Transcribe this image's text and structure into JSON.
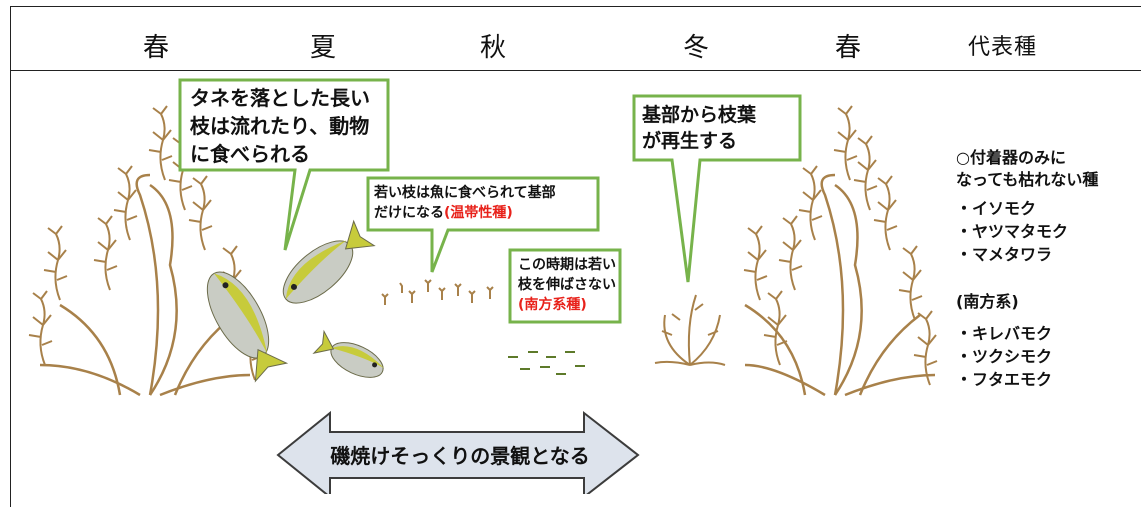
{
  "header": {
    "seasons": [
      "春",
      "夏",
      "秋",
      "冬",
      "春"
    ],
    "representative": "代表種"
  },
  "callouts": {
    "summer": "タネを落とした長い枝は流れたり、動物に食べられる",
    "summer_lines": [
      "タネを落とした長い",
      "枝は流れたり、動物",
      "に食べられる"
    ],
    "autumn_lines": [
      "若い枝は魚に食べられて基部",
      "だけになる"
    ],
    "autumn_note": "(温帯性種)",
    "winter_lines": [
      "この時期は若い",
      "枝を伸ばさない"
    ],
    "winter_note": "(南方系種)",
    "spring_lines": [
      "基部から枝葉",
      "が再生する"
    ]
  },
  "species": {
    "heading_lines": [
      "○付着器のみに",
      "なっても枯れない種"
    ],
    "group1": [
      "・イソモク",
      "・ヤツマタモク",
      "・マメタワラ"
    ],
    "southern_heading": "(南方系)",
    "group2": [
      "・キレバモク",
      "・ツクシモク",
      "・フタエモク"
    ]
  },
  "banner": {
    "label": "磯焼けそっくりの景観となる"
  },
  "colors": {
    "callout_border": "#77b34b",
    "seaweed": "#a8814a",
    "fish_body": "#c7cb3b",
    "fish_belly": "#c9ccc4",
    "arrow_fill": "#dde3ec",
    "arrow_stroke": "#3c3c3c",
    "note_red": "#e8221b",
    "sprout_green": "#5d7a2a"
  }
}
